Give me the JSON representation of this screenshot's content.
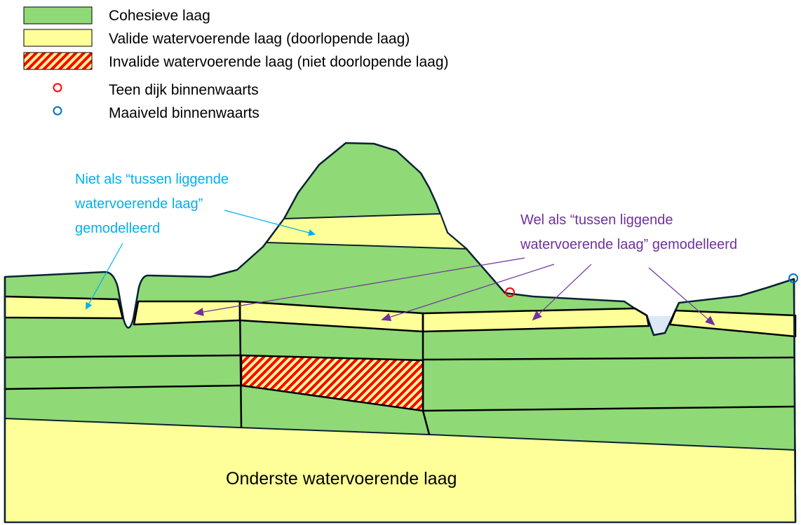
{
  "legend": [
    {
      "label": "Cohesieve laag",
      "swatch": "cohesive",
      "color": "#8fd977"
    },
    {
      "label": "Valide watervoerende laag (doorlopende laag)",
      "swatch": "valid-aquifer",
      "color": "#ffff99"
    },
    {
      "label": "Invalide watervoerende laag (niet doorlopende laag)",
      "swatch": "invalid-aquifer-hatched",
      "color": "#ff0000"
    },
    {
      "label": "Teen dijk binnenwaarts",
      "swatch": "circle",
      "color": "#ff0000"
    },
    {
      "label": "Maaiveld binnenwaarts",
      "swatch": "circle",
      "color": "#0070c0"
    }
  ],
  "annotations": {
    "not_modelled": {
      "lines": [
        "Niet als “tussen liggende",
        "watervoerende laag”",
        "gemodelleerd"
      ],
      "color": "#00b0f0"
    },
    "modelled": {
      "lines": [
        "Wel als “tussen liggende",
        "watervoerende laag” gemodelleerd"
      ],
      "color": "#7030a0"
    }
  },
  "bottom_layer_label": "Onderste watervoerende laag",
  "colors": {
    "cohesive": "#8fd977",
    "aquifer": "#ffff99",
    "water": "#dce8f5",
    "outline": "#0b2233"
  }
}
